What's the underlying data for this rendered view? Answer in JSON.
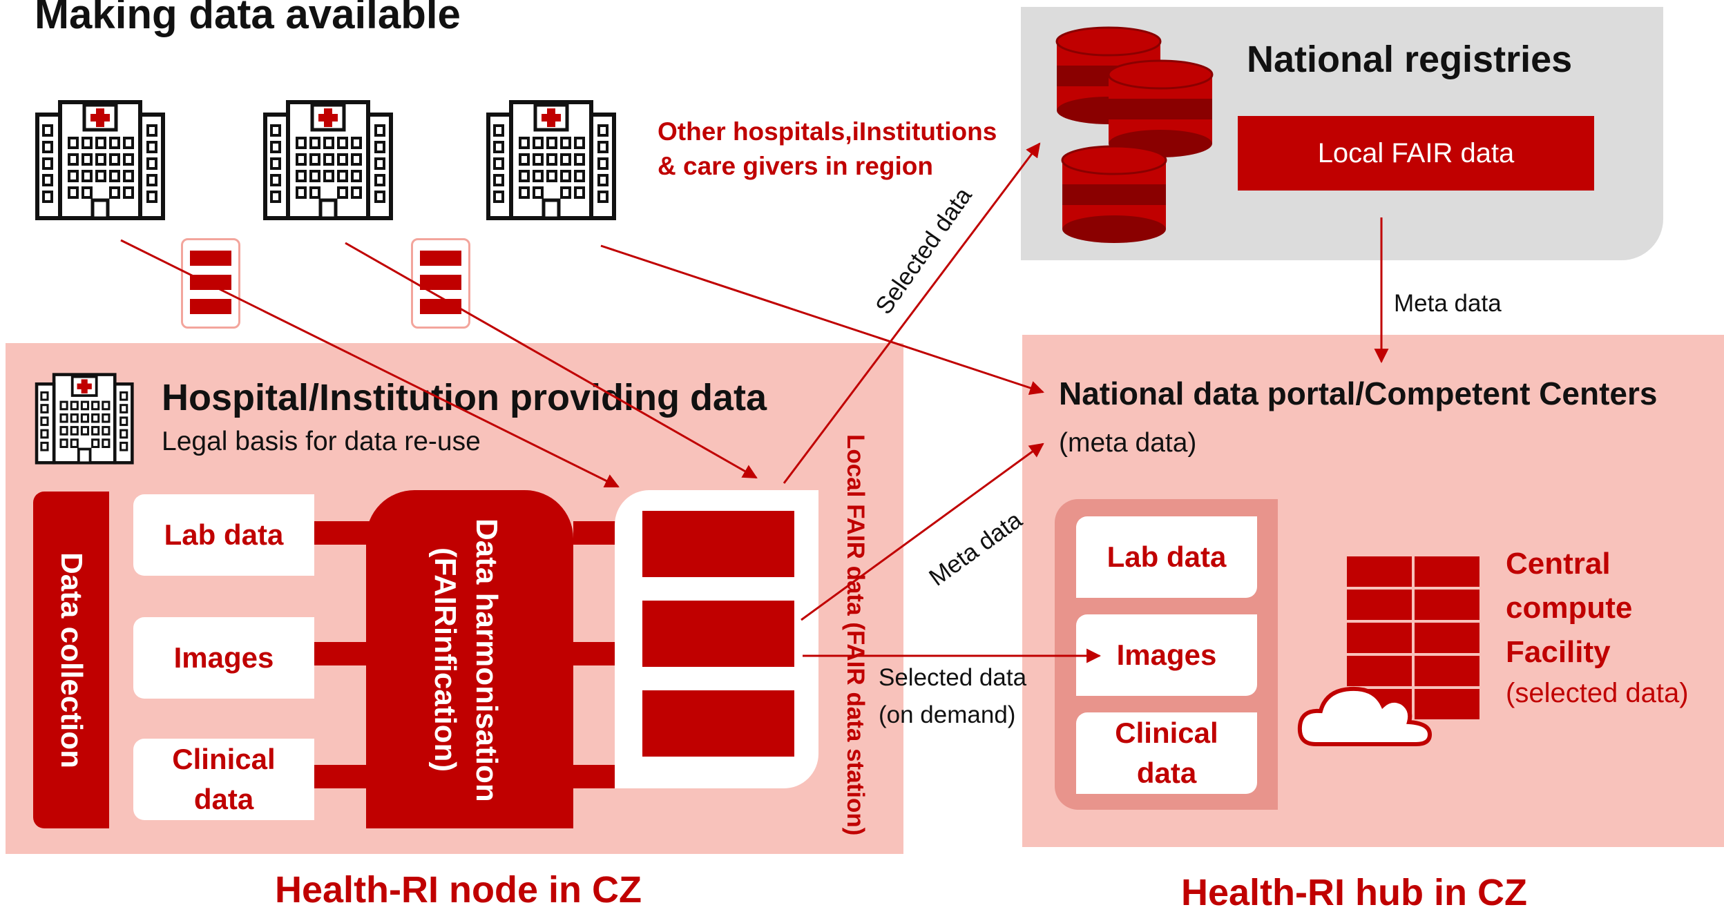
{
  "title": "Making data available",
  "other_hospitals": [
    "Other hospitals,iInstitutions",
    "& care givers in region"
  ],
  "registries": {
    "title": "National registries",
    "box_label": "Local FAIR data"
  },
  "hospital_panel": {
    "title": "Hospital/Institution providing data",
    "subtitle": "Legal basis for data re-use",
    "data_collection": "Data collection",
    "cards": [
      "Lab data",
      "Images",
      "Clinical data"
    ],
    "harmonisation": [
      "Data harmonisation",
      "(FAIRinfication)"
    ],
    "station_label": "Local FAIR data (FAIR data station)"
  },
  "hub_panel": {
    "title": "National data portal/Competent Centers",
    "subtitle": "(meta data)",
    "cards": [
      "Lab data",
      "Images",
      "Clinical data"
    ],
    "compute": [
      "Central",
      "compute",
      "Facility"
    ],
    "compute_note": "(selected data)"
  },
  "arrows": {
    "selected_data_up": "Selected data",
    "meta_data_down": "Meta data",
    "meta_data_diag": "Meta data",
    "selected_on_demand": [
      "Selected data",
      "(on demand)"
    ]
  },
  "footer": {
    "left": "Health-RI node in CZ",
    "right": "Health-RI hub in CZ"
  },
  "colors": {
    "accent": "#c00000",
    "panel_pink": "#f8c2bb",
    "registry_grey": "#dcdcdc",
    "rack_pink": "#e8948c"
  }
}
